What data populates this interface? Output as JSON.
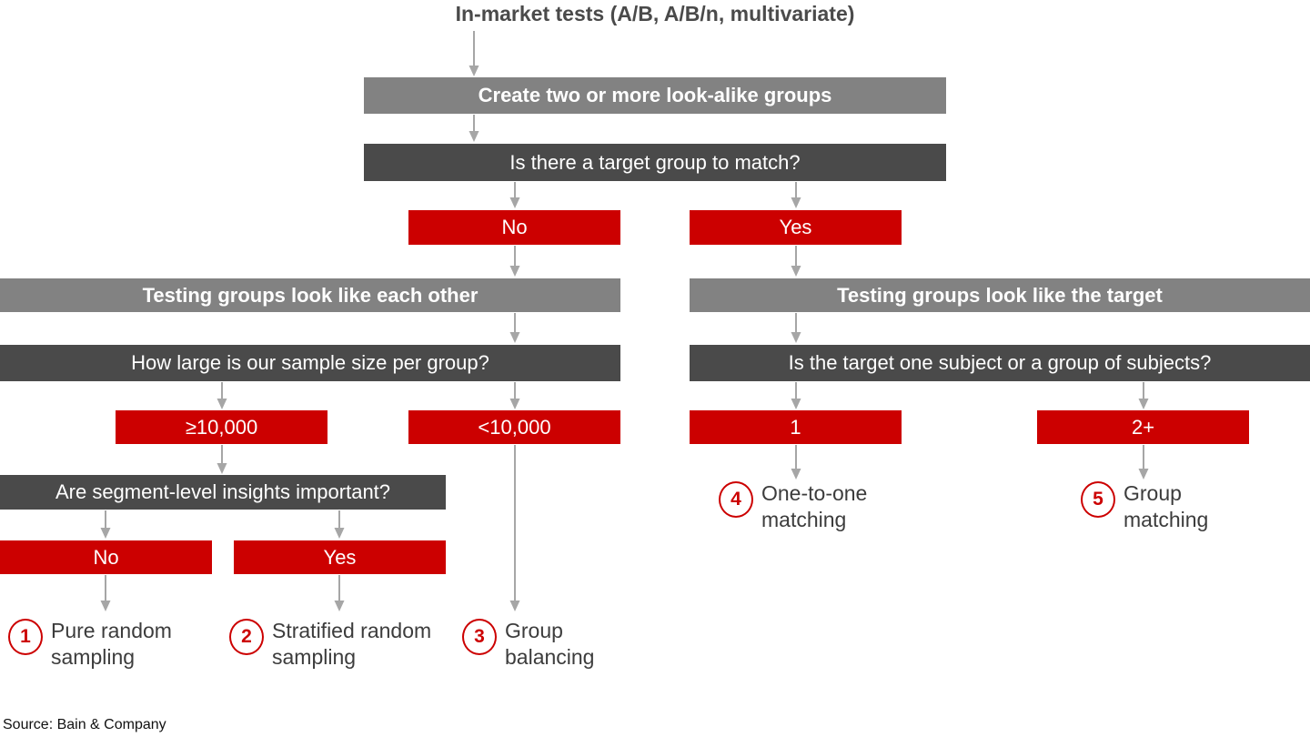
{
  "title": "In-market tests (A/B, A/B/n, multivariate)",
  "source": "Source: Bain & Company",
  "colors": {
    "gray": "#828282",
    "dark": "#4a4a4a",
    "red": "#cc0000",
    "arrow": "#a6a6a6",
    "title_text": "#4a4a4a",
    "outcome_text": "#3c3c3c"
  },
  "nodes": {
    "create_groups": "Create two or more look-alike groups",
    "target_group_question": "Is there a target group to match?",
    "answer_no_top": "No",
    "answer_yes_top": "Yes",
    "look_like_each_other": "Testing groups look like each other",
    "look_like_target": "Testing groups look like the target",
    "sample_size_question": "How large is our sample size per group?",
    "target_subject_question": "Is the target one subject or a group of subjects?",
    "sample_ge": "≥10,000",
    "sample_lt": "<10,000",
    "target_one": "1",
    "target_two_plus": "2+",
    "segment_insights_question": "Are segment-level insights important?",
    "answer_no_bottom": "No",
    "answer_yes_bottom": "Yes"
  },
  "outcomes": [
    {
      "number": "1",
      "label": "Pure random\nsampling"
    },
    {
      "number": "2",
      "label": "Stratified random\nsampling"
    },
    {
      "number": "3",
      "label": "Group\nbalancing"
    },
    {
      "number": "4",
      "label": "One-to-one\nmatching"
    },
    {
      "number": "5",
      "label": "Group\nmatching"
    }
  ],
  "chart_data": {
    "type": "table",
    "title": "In-market tests (A/B, A/B/n, multivariate)",
    "flow": [
      {
        "from": "In-market tests (A/B, A/B/n, multivariate)",
        "to": "Create two or more look-alike groups"
      },
      {
        "from": "Create two or more look-alike groups",
        "to": "Is there a target group to match?"
      },
      {
        "from": "Is there a target group to match?",
        "to": "No"
      },
      {
        "from": "Is there a target group to match?",
        "to": "Yes"
      },
      {
        "from": "No",
        "to": "Testing groups look like each other"
      },
      {
        "from": "Yes",
        "to": "Testing groups look like the target"
      },
      {
        "from": "Testing groups look like each other",
        "to": "How large is our sample size per group?"
      },
      {
        "from": "Testing groups look like the target",
        "to": "Is the target one subject or a group of subjects?"
      },
      {
        "from": "How large is our sample size per group?",
        "to": "≥10,000"
      },
      {
        "from": "How large is our sample size per group?",
        "to": "<10,000"
      },
      {
        "from": "≥10,000",
        "to": "Are segment-level insights important?"
      },
      {
        "from": "<10,000",
        "to": "3 Group balancing"
      },
      {
        "from": "Are segment-level insights important?",
        "to": "No"
      },
      {
        "from": "Are segment-level insights important?",
        "to": "Yes"
      },
      {
        "from": "No",
        "to": "1 Pure random sampling"
      },
      {
        "from": "Yes",
        "to": "2 Stratified random sampling"
      },
      {
        "from": "Is the target one subject or a group of subjects?",
        "to": "1"
      },
      {
        "from": "Is the target one subject or a group of subjects?",
        "to": "2+"
      },
      {
        "from": "1",
        "to": "4 One-to-one matching"
      },
      {
        "from": "2+",
        "to": "5 Group matching"
      }
    ]
  }
}
